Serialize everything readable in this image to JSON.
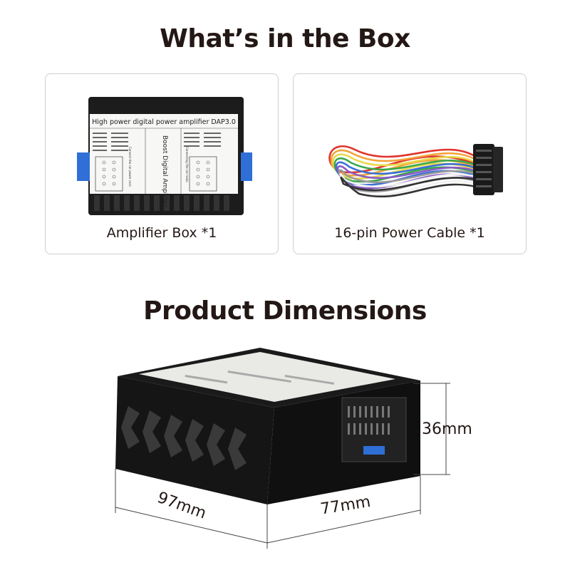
{
  "headings": {
    "box": "What’s in the Box",
    "dimensions": "Product Dimensions"
  },
  "items": [
    {
      "caption": "Amplifier Box *1",
      "label": {
        "title": "High power digital power amplifier DAP3.0",
        "center": "Boost Digital Amplifier",
        "left_vertical": "Connect the car power cord",
        "right_vertical": "Connecting the car radio"
      }
    },
    {
      "caption": "16-pin Power Cable *1"
    }
  ],
  "dimensions": {
    "height": "36mm",
    "length": "97mm",
    "width": "77mm"
  },
  "colors": {
    "heading_text": "#231815",
    "card_border": "#cfcfcf",
    "device_body": "#1c1c1c",
    "connector_blue": "#2f6fd6"
  },
  "icons": [
    "amplifier-box-image",
    "power-cable-image",
    "amplifier-3d-image"
  ]
}
